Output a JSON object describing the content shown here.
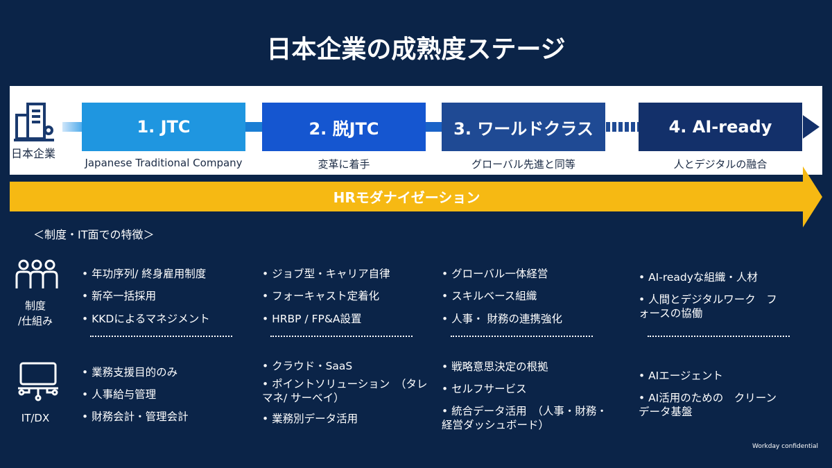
{
  "title": "日本企業の成熟度ステージ",
  "company_label": "日本企業",
  "stages": [
    {
      "label": "1. JTC",
      "sub": "Japanese Traditional Company",
      "color": "#1f96e0"
    },
    {
      "label": "2. 脱JTC",
      "sub": "変革に着手",
      "color": "#1556d0"
    },
    {
      "label": "3. ワールドクラス",
      "sub": "グローバル先進と同等",
      "color": "#1f4a94"
    },
    {
      "label": "4. AI-ready",
      "sub": "人とデジタルの融合",
      "color": "#13306a"
    }
  ],
  "hr_arrow": "HRモダナイゼーション",
  "section_title": "＜制度・IT面での特徴＞",
  "row_labels": {
    "system": "制度\n/仕組み",
    "system_1": "制度",
    "system_2": "/仕組み",
    "it": "IT/DX"
  },
  "system": [
    [
      "• 年功序列/ 終身雇用制度",
      "• 新卒一括採用",
      "• KKDによるマネジメント"
    ],
    [
      "• ジョブ型・キャリア自律",
      "• フォーキャスト定着化",
      "• HRBP / FP&A設置"
    ],
    [
      "• グローバル一体経営",
      "• スキルベース組織",
      "• 人事・ 財務の連携強化"
    ],
    [
      "• AI-readyな組織・人材",
      "• 人間とデジタルワーク　フォースの協働"
    ]
  ],
  "it": [
    [
      "• 業務支援目的のみ",
      "• 人事給与管理",
      "• 財務会計・管理会計"
    ],
    [
      "• クラウド・SaaS",
      "• ポイントソリューション　（タレマネ/ サーベイ）",
      "• 業務別データ活用"
    ],
    [
      "• 戦略意思決定の根拠",
      "• セルフサービス",
      "• 統合データ活用　（人事・財務・経営ダッシュボード）"
    ],
    [
      "• AIエージェント",
      "• AI活用のための　クリーンデータ基盤"
    ]
  ],
  "confidential": "Workday confidential"
}
